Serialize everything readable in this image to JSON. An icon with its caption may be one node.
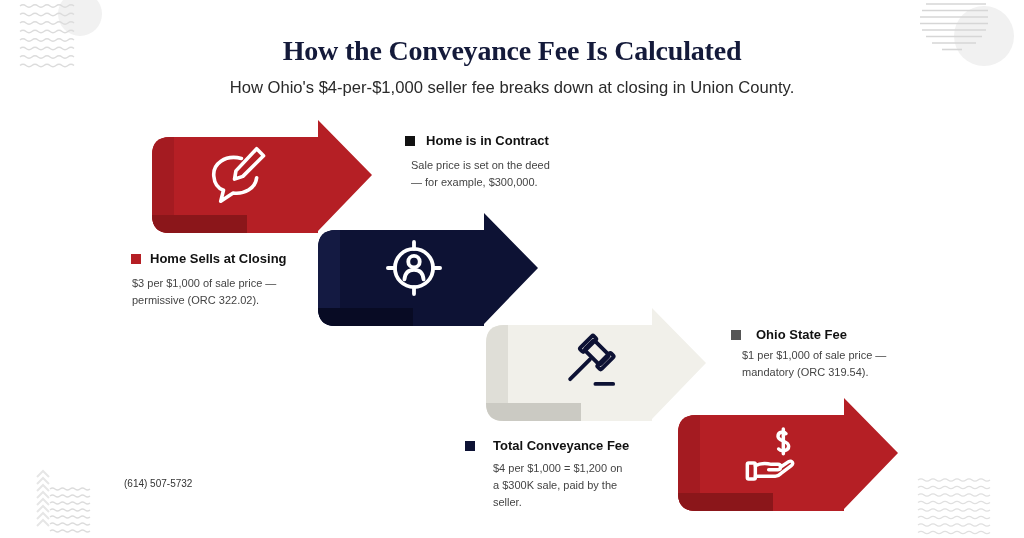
{
  "diagram": {
    "title": "How the Conveyance Fee Is Calculated",
    "nodes": [
      {
        "text": [],
        "shape": "arrow",
        "beside": [
          "Home is in Contract",
          "Sale price is set on the deed — for example, $300,000."
        ]
      },
      {
        "text": [],
        "shape": "arrow",
        "beside": [
          "Home Sells at Closing",
          "$3 per $1,000 of sale price — permissive (ORC 322.02)."
        ]
      },
      {
        "text": [],
        "shape": "arrow",
        "beside": [
          "Ohio State Fee",
          "$1 per $1,000 of sale price — mandatory (ORC 319.54)."
        ]
      },
      {
        "text": [],
        "shape": "arrow",
        "beside": [
          "Total Conveyance Fee",
          "$4 per $1,000 = $1,200 on a $300K sale, paid by the seller."
        ]
      }
    ],
    "labels": [
      "How Ohio's $4-per-$1,000 seller fee breaks down at closing in Union County.",
      "(614) 507-5732"
    ]
  }
}
